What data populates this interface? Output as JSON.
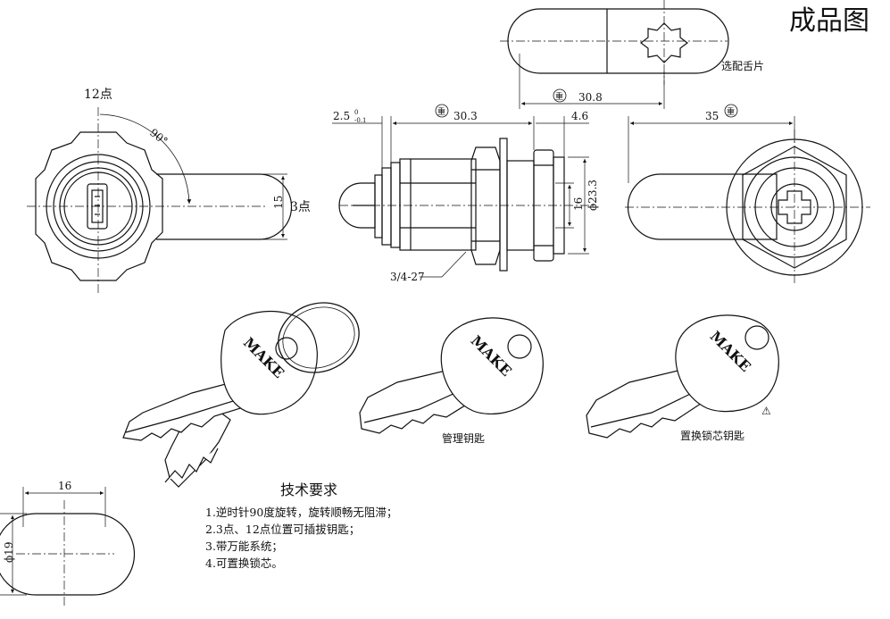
{
  "title": "成品图",
  "labels": {
    "pos_12": "12点",
    "pos_3": "3点",
    "angle": "90°",
    "optional_cam": "选配舌片",
    "master_key": "管理钥匙",
    "core_key": "置换锁芯钥匙",
    "thread": "3/4-27",
    "key_brand": "MAKE",
    "warning": "⚠"
  },
  "dimensions": {
    "d_15": "15",
    "d_25": "2.5",
    "d_25_tol_up": "0",
    "d_25_tol_low": "-0.1",
    "d_303": "30.3",
    "d_46": "4.6",
    "d_16v": "16",
    "d_233": "ϕ23.3",
    "d_308": "30.8",
    "d_35": "35",
    "d_16h": "16",
    "d_19": "ϕ19",
    "mark": "重"
  },
  "requirements": {
    "heading": "技术要求",
    "items": [
      "1.逆时针90度旋转，旋转顺畅无阻滞；",
      "2.3点、12点位置可插拔钥匙；",
      "3.带万能系统；",
      "4.可置换锁芯。"
    ]
  }
}
